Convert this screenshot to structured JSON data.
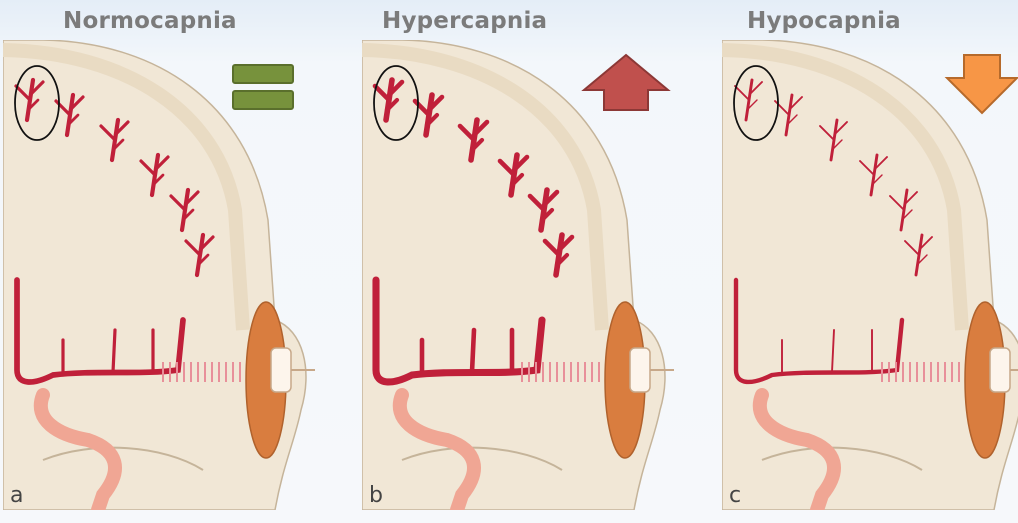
{
  "panels": [
    {
      "title": "Normocapnia",
      "letter": "a",
      "indicator": "equals",
      "color": "#77923c"
    },
    {
      "title": "Hypercapnia",
      "letter": "b",
      "indicator": "arrow-up",
      "color": "#c0504d"
    },
    {
      "title": "Hypocapnia",
      "letter": "c",
      "indicator": "arrow-down",
      "color": "#f79646"
    }
  ],
  "colors": {
    "skin": "#f1e7d6",
    "skin_outline": "#c5b49a",
    "skull": "#e9dbc3",
    "vessel": "#c0203a",
    "carotid": "#f0a694",
    "ear": "#d97d3f",
    "ultrasound": "#e8909a"
  }
}
